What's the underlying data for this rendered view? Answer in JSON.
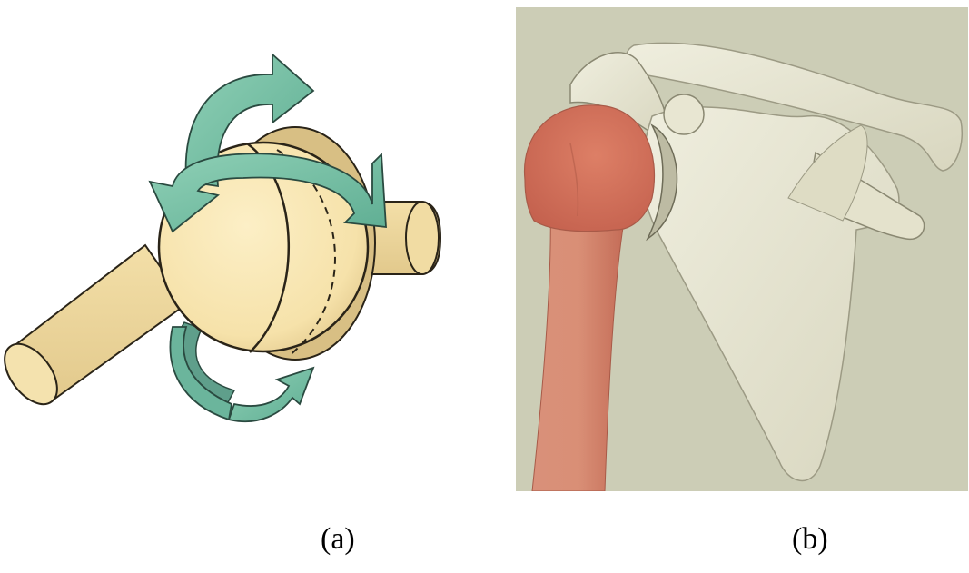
{
  "captions": {
    "a": "(a)",
    "b": "(b)"
  },
  "colors": {
    "joint_fill": "#f8e6b0",
    "joint_shade": "#e6cf92",
    "outline": "#2a2418",
    "arrow_fill": "#78c2a8",
    "arrow_dark": "#3f8f78",
    "b_background": "#cccdb6",
    "bone_fill": "#e9e8d4",
    "bone_shadow": "#b9b79f",
    "humerus_fill": "#d68872",
    "humerus_head": "#cf6a55"
  },
  "icons": {
    "a": "ball-and-socket-joint-rotation-illustration",
    "b": "shoulder-joint-bone-illustration"
  }
}
